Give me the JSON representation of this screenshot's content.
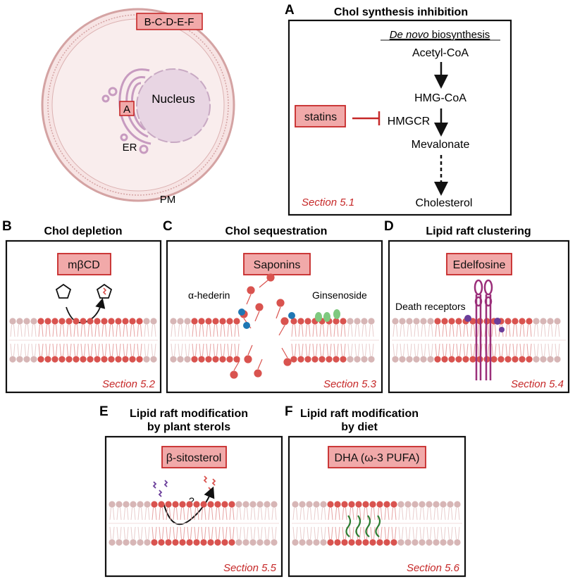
{
  "cell": {
    "tag": "B-C-D-E-F",
    "a_tag": "A",
    "nucleus": "Nucleus",
    "er": "ER",
    "pm": "PM"
  },
  "panel_a": {
    "letter": "A",
    "title": "Chol synthesis inhibition",
    "pathway_italic": "De novo",
    "pathway_rest": " biosynthesis",
    "steps": [
      "Acetyl-CoA",
      "HMG-CoA",
      "Mevalonate",
      "Cholesterol"
    ],
    "enzyme": "HMGCR",
    "drug": "statins",
    "section": "Section 5.1"
  },
  "panel_b": {
    "letter": "B",
    "title": "Chol depletion",
    "drug": "mβCD",
    "section": "Section 5.2"
  },
  "panel_c": {
    "letter": "C",
    "title": "Chol sequestration",
    "drug": "Saponins",
    "label_left": "α-hederin",
    "label_right": "Ginsenoside",
    "section": "Section 5.3"
  },
  "panel_d": {
    "letter": "D",
    "title": "Lipid raft clustering",
    "drug": "Edelfosine",
    "label": "Death receptors",
    "section": "Section 5.4"
  },
  "panel_e": {
    "letter": "E",
    "title_line1": "Lipid raft modification",
    "title_line2": "by plant sterols",
    "drug": "β-sitosterol",
    "question": "?",
    "section": "Section 5.5"
  },
  "panel_f": {
    "letter": "F",
    "title_line1": "Lipid raft modification",
    "title_line2": "by diet",
    "drug": "DHA (ω-3 PUFA)",
    "section": "Section 5.6"
  },
  "colors": {
    "raft_head": "#d9534f",
    "plain_head": "#d7b6b6",
    "accent_red": "#c62828",
    "pill_fill": "#f1a9a9",
    "cell_fill": "#f7e4e4",
    "nucleus_fill": "#e8d5e3",
    "er_color": "#c79bc0",
    "saponin_blue": "#1f77b4",
    "ginsenoside_green": "#7fc97f",
    "receptor_purple": "#9b2f7a",
    "dha_green": "#2e7d32",
    "sitosterol_purple": "#6a3d9a"
  }
}
